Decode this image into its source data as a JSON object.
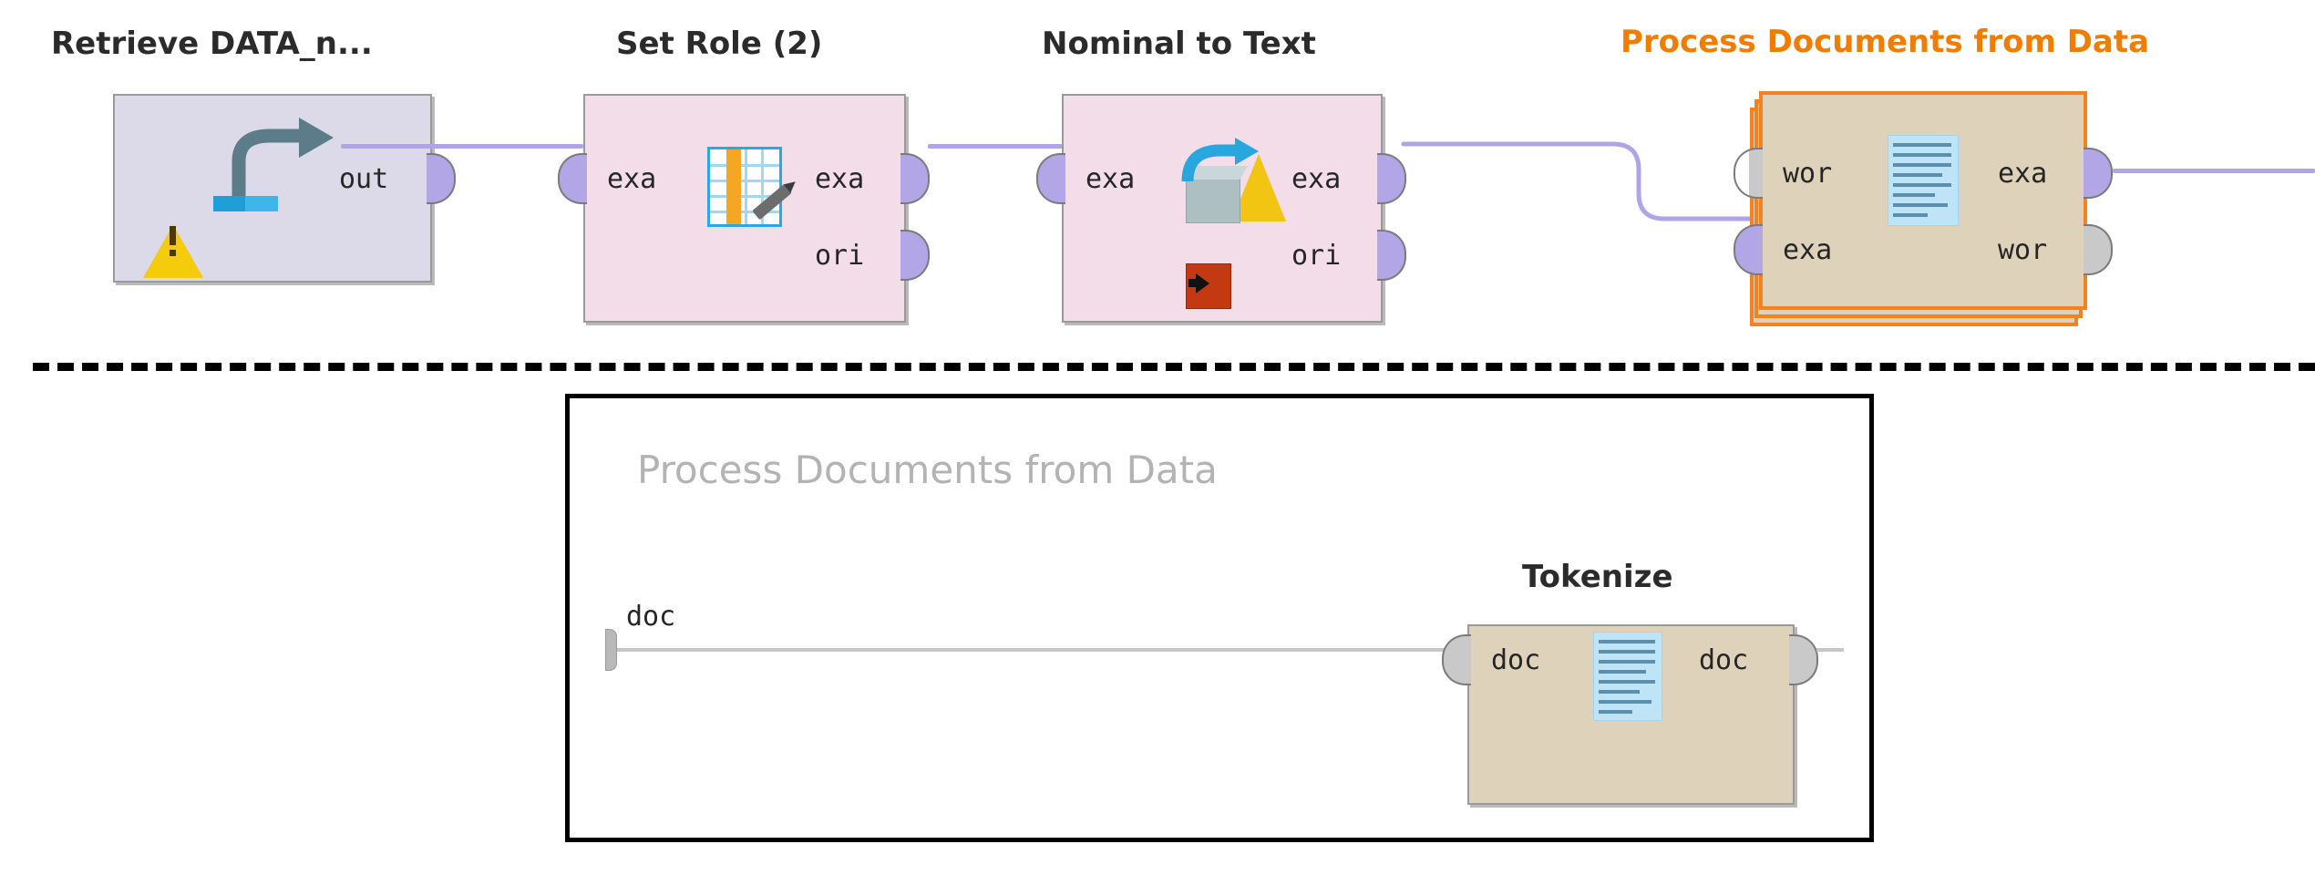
{
  "app": {
    "kind": "process-flow-diagram",
    "colors": {
      "selection_orange": "#f58220",
      "wire_purple": "#b0a3e8",
      "operator_lavender": "#dcd9e9",
      "operator_pink": "#f3dde9",
      "operator_tan": "#ded2ba",
      "port_purple": "#b3a6e6",
      "port_grey": "#c9c9c9",
      "watermark_grey": "#b3b3b3",
      "title_dark": "#2b2b2b"
    }
  },
  "main_process": {
    "operators": [
      {
        "id": "retrieve",
        "title": "Retrieve DATA_n...",
        "selected": false,
        "icon": "retrieve-arrow-icon",
        "status_icon": "warning-triangle-icon",
        "inputs": [],
        "outputs": [
          {
            "label": "out",
            "connected": true
          }
        ]
      },
      {
        "id": "set-role",
        "title": "Set Role (2)",
        "selected": false,
        "icon": "table-pencil-icon",
        "status_icon": null,
        "inputs": [
          {
            "label": "exa",
            "connected": true
          }
        ],
        "outputs": [
          {
            "label": "exa",
            "connected": true
          },
          {
            "label": "ori",
            "connected": false
          }
        ]
      },
      {
        "id": "nominal-to-text",
        "title": "Nominal to Text",
        "selected": false,
        "icon": "cube-cone-convert-icon",
        "status_icon": "breakpoint-after-icon",
        "inputs": [
          {
            "label": "exa",
            "connected": true
          }
        ],
        "outputs": [
          {
            "label": "exa",
            "connected": true
          },
          {
            "label": "ori",
            "connected": false
          }
        ]
      },
      {
        "id": "process-documents",
        "title": "Process Documents from Data",
        "selected": true,
        "icon": "document-text-icon",
        "status_icon": null,
        "subprocess": true,
        "inputs": [
          {
            "label": "wor",
            "connected": false
          },
          {
            "label": "exa",
            "connected": true
          }
        ],
        "outputs": [
          {
            "label": "exa",
            "connected": true
          },
          {
            "label": "wor",
            "connected": false
          }
        ]
      }
    ],
    "connections": [
      {
        "from": "retrieve.out",
        "to": "set-role.exa"
      },
      {
        "from": "set-role.exa",
        "to": "nominal-to-text.exa"
      },
      {
        "from": "nominal-to-text.exa",
        "to": "process-documents.exa"
      },
      {
        "from": "process-documents.exa",
        "to": "canvas-edge"
      }
    ]
  },
  "subprocess_panel": {
    "watermark_title": "Process Documents from Data",
    "source_ports": [
      {
        "label": "doc",
        "connected": true
      }
    ],
    "operators": [
      {
        "id": "tokenize",
        "title": "Tokenize",
        "selected": false,
        "icon": "document-text-icon",
        "inputs": [
          {
            "label": "doc",
            "connected": true
          }
        ],
        "outputs": [
          {
            "label": "doc",
            "connected": true
          }
        ]
      }
    ]
  }
}
